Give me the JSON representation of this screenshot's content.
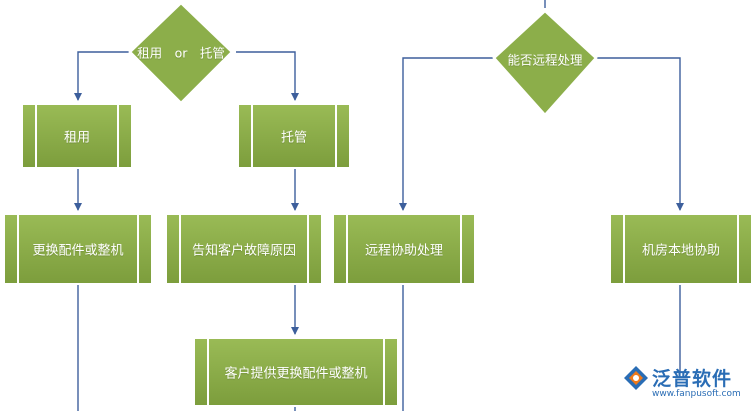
{
  "colors": {
    "fill": "#8cae4a",
    "fill_dark": "#6f9130",
    "stroke": "#ffffff",
    "arrow": "#3d5f9c",
    "logo": "#2a6db5"
  },
  "decisions": {
    "rent_or_host": "租用　or　托管",
    "remote_possible": "能否远程处理"
  },
  "boxes": {
    "rent": "租用",
    "host": "托管",
    "replace_parts": "更换配件或整机",
    "notify_customer": "告知客户故障原因",
    "remote_assist": "远程协助处理",
    "onsite_assist": "机房本地协助",
    "customer_replace": "客户提供更换配件或整机"
  },
  "logo": {
    "name": "泛普软件",
    "url": "www.fanpusoft.com"
  }
}
